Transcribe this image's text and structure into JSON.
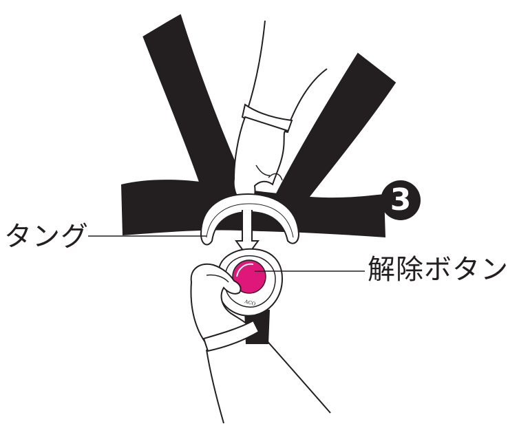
{
  "labels": {
    "tongue": "タング",
    "release_button": "解除ボタン"
  },
  "step": {
    "number": "3"
  },
  "buckle": {
    "brand_text": "ACO"
  },
  "colors": {
    "ink": "#231f20",
    "strap": "#231f20",
    "button": "#e0177a",
    "background": "#ffffff"
  }
}
